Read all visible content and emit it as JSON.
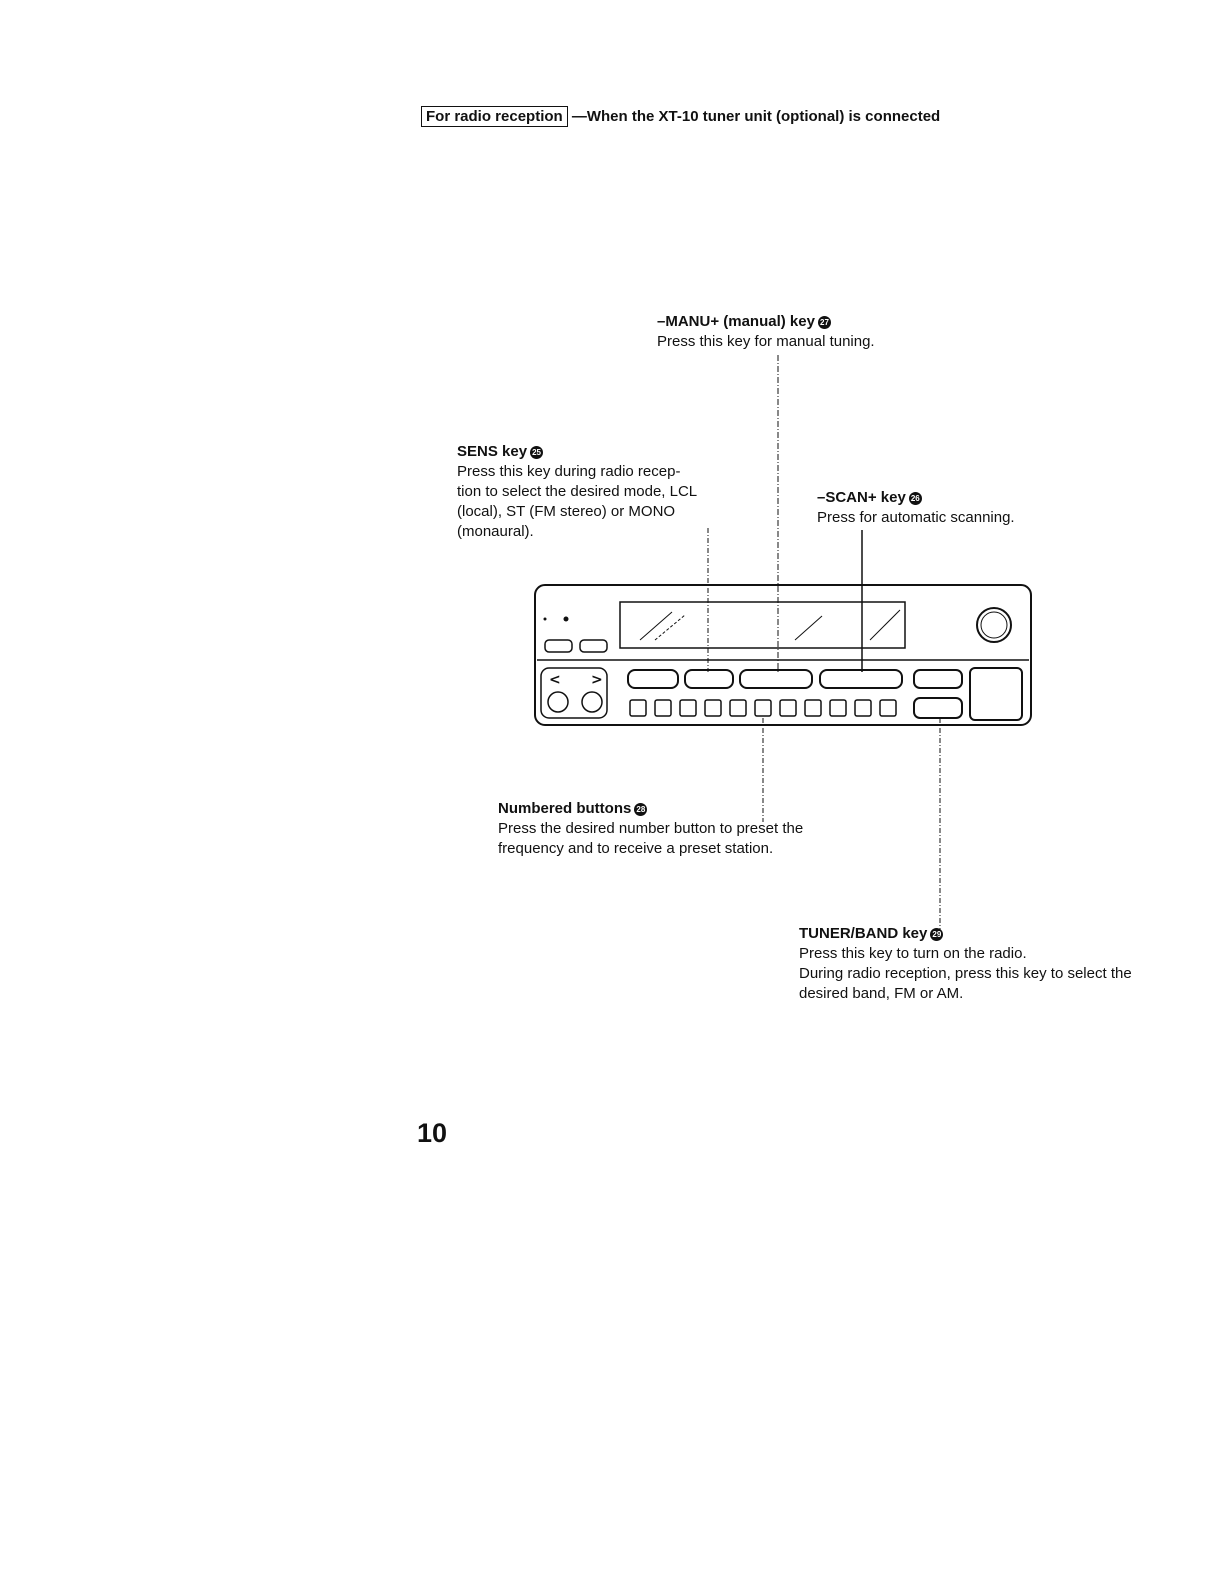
{
  "header": {
    "boxed_label": "For radio reception",
    "subtitle": "—When the XT-10 tuner unit (optional) is connected"
  },
  "callouts": {
    "manu": {
      "title": "–MANU+ (manual) key",
      "number": "27",
      "text": "Press this key for manual tuning."
    },
    "sens": {
      "title": "SENS key",
      "number": "25",
      "lines": [
        "Press this key during radio recep-",
        "tion to select the desired mode, LCL",
        "(local), ST (FM stereo) or MONO",
        "(monaural)."
      ]
    },
    "scan": {
      "title": "–SCAN+ key",
      "number": "26",
      "text": "Press for automatic scanning."
    },
    "numbered": {
      "title": "Numbered buttons",
      "number": "28",
      "lines": [
        "Press the desired number button to preset the",
        "frequency and to receive a preset station."
      ]
    },
    "tuner": {
      "title": "TUNER/BAND key",
      "number": "29",
      "lines": [
        "Press this key to turn on the radio.",
        "During radio reception, press this key to select the",
        "desired band, FM or AM."
      ]
    }
  },
  "page_number": "10"
}
